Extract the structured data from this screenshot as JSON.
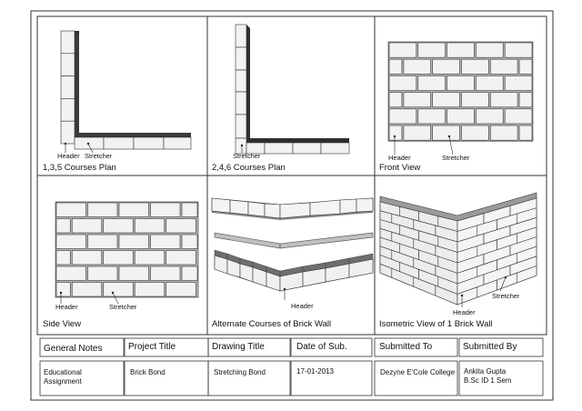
{
  "panels": [
    {
      "caption": "1,3,5 Courses Plan",
      "labels": [
        "Header",
        "Stretcher"
      ]
    },
    {
      "caption": "2,4,6  Courses Plan",
      "labels": [
        "Stretcher"
      ]
    },
    {
      "caption": "Front View",
      "labels": [
        "Header",
        "Stretcher"
      ]
    },
    {
      "caption": "Side View",
      "labels": [
        "Header",
        "Stretcher"
      ]
    },
    {
      "caption": "Alternate Courses of Brick Wall",
      "labels": [
        "Header"
      ]
    },
    {
      "caption": "Isometric View of 1 Brick Wall",
      "labels": [
        "Header",
        "Stretcher"
      ]
    }
  ],
  "title_block": {
    "headers": [
      "General Notes",
      "Project Title",
      "Drawing Title",
      "Date of Sub.",
      "Submitted To",
      "Submitted By"
    ],
    "values": [
      [
        "Educational",
        "Assignment"
      ],
      [
        "Brick Bond"
      ],
      [
        "Stretching Bond"
      ],
      [
        "17-01-2013"
      ],
      [
        "Dezyne E'Cole College"
      ],
      [
        "Ankita Gupta",
        "B.Sc ID 1 Sem"
      ]
    ]
  },
  "colors": {
    "line": "#333333",
    "brick_face": "#f2f2f2",
    "brick_top": "#d9d9d9",
    "brick_dark": "#4a4a4a",
    "mortar": "#8a8a8a"
  }
}
